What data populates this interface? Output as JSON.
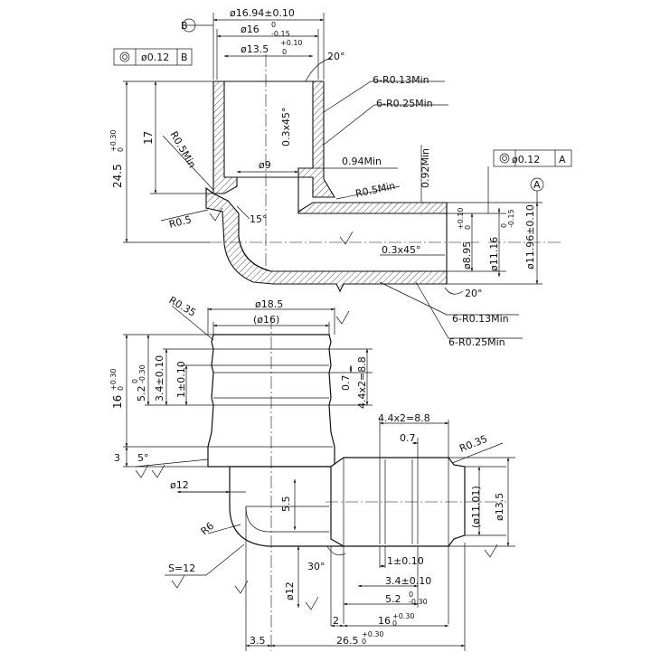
{
  "top_view": {
    "datum_b": "B",
    "datum_a": "A",
    "dia_outer": "ø16.94±0.10",
    "dia_16": "ø16",
    "dia_16_tol_up": "0",
    "dia_16_tol_dn": "-0.15",
    "dia_13_5": "ø13.5",
    "dia_13_5_tol_up": "+0.10",
    "dia_13_5_tol_dn": "0",
    "fcf_b_value": "ø0.12",
    "fcf_b_ref": "B",
    "fcf_a_value": "ø0.12",
    "fcf_a_ref": "A",
    "angle_20_top": "20°",
    "r013_top": "6-R0.13Min",
    "r025_top": "6-R0.25Min",
    "height_245": "24.5",
    "height_245_tol_up": "+0.30",
    "height_245_tol_dn": "0",
    "height_17": "17",
    "r05_min_left": "R0.5Min",
    "chamfer_top": "0.3x45°",
    "dia_9": "ø9",
    "r094": "0.94Min",
    "r05_min_mid": "R0.5Min",
    "r092": "0.92Min",
    "r05_left": "R0.5",
    "angle_15": "15°",
    "chamfer_right": "0.3x45°",
    "dia_8_95": "ø8.95",
    "dia_8_95_tol_up": "+0.10",
    "dia_8_95_tol_dn": "0",
    "dia_11_16": "ø11.16",
    "dia_11_16_tol_up": "0",
    "dia_11_16_tol_dn": "-0.15",
    "dia_11_96": "ø11.96±0.10",
    "angle_20_right": "20°",
    "r013_right": "6-R0.13Min",
    "r025_right": "6-R0.25Min"
  },
  "bottom_view": {
    "r035_top": "R0.35",
    "dia_18_5": "ø18.5",
    "dia_16_ref": "(ø16)",
    "len_16": "16",
    "len_16_tol_up": "+0.30",
    "len_16_tol_dn": "0",
    "len_5_2": "5.2",
    "len_5_2_tol_up": "0",
    "len_5_2_tol_dn": "-0.30",
    "len_3_4": "3.4±0.10",
    "len_1": "1±0.10",
    "len_0_7": "0.7",
    "len_4_4x2": "4.4x2=8.8",
    "len_3": "3",
    "angle_5": "5°",
    "dia_12_left": "ø12",
    "len_5_5": "5.5",
    "r6": "R6",
    "s12": "S=12",
    "r_4_4x2_h": "4.4x2=8.8",
    "r_0_7_h": "0.7",
    "r035_right": "R0.35",
    "dia_11_01_ref": "(ø11.01)",
    "dia_13_5_right": "ø13.5",
    "angle_30": "30°",
    "dia_12_bottom": "ø12",
    "r_1_h": "1±0.10",
    "r_3_4_h": "3.4±0.10",
    "r_5_2_h": "5.2",
    "r_5_2_h_tol_up": "0",
    "r_5_2_h_tol_dn": "-0.30",
    "r_16_h": "16",
    "r_16_h_tol_up": "+0.30",
    "r_16_h_tol_dn": "0",
    "len_2": "2",
    "len_3_5": "3.5",
    "len_26_5": "26.5",
    "len_26_5_tol_up": "+0.30",
    "len_26_5_tol_dn": "0"
  }
}
